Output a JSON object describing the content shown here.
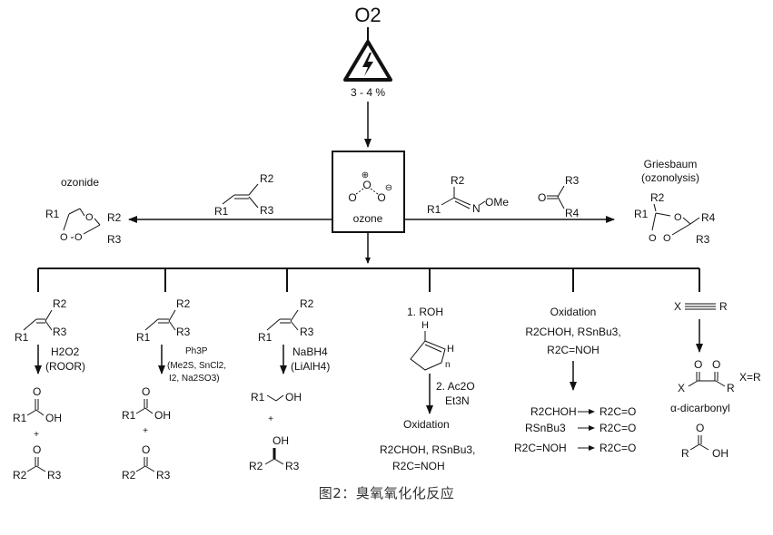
{
  "top": {
    "oxygen": "O2",
    "hazard_icon": "high-voltage-warning-icon",
    "yield": "3 - 4 %"
  },
  "ozone": {
    "label": "ozone",
    "charge_plus": "⊕",
    "charge_minus": "⊖"
  },
  "left_branch": {
    "product": "ozonide",
    "ozonide_r1": "R1",
    "ozonide_r2": "R2",
    "ozonide_r3": "R3",
    "alkene_r1": "R1",
    "alkene_r2": "R2",
    "alkene_r3": "R3"
  },
  "right_branch": {
    "title_line1": "Griesbaum",
    "title_line2": "(ozonolysis)",
    "oxime_r1": "R1",
    "oxime_r2": "R2",
    "oxime_ome": "OMe",
    "oxime_n": "N",
    "ketone_o": "O",
    "ketone_r3": "R3",
    "ketone_r4": "R4",
    "product_r1": "R1",
    "product_r2": "R2",
    "product_r3": "R3",
    "product_r4": "R4"
  },
  "col1": {
    "r1": "R1",
    "r2": "R2",
    "r3": "R3",
    "reagent1": "H2O2",
    "reagent2": "(ROOR)",
    "acid_o": "O",
    "acid_r1": "R1",
    "acid_oh": "OH",
    "plus": "+",
    "ketone_o": "O",
    "ketone_r2": "R2",
    "ketone_r3": "R3"
  },
  "col2": {
    "r1": "R1",
    "r2": "R2",
    "r3": "R3",
    "reagent1": "Ph3P",
    "reagent2": "(Me2S, SnCl2,",
    "reagent3": "I2, Na2SO3)",
    "acid_o": "O",
    "acid_r1": "R1",
    "acid_oh": "OH",
    "plus": "+",
    "ketone_o": "O",
    "ketone_r2": "R2",
    "ketone_r3": "R3"
  },
  "col3": {
    "r1": "R1",
    "r2": "R2",
    "r3": "R3",
    "reagent1": "NaBH4",
    "reagent2": "(LiAlH4)",
    "alc1_r1": "R1",
    "alc1_oh": "OH",
    "plus": "+",
    "alc2_oh": "OH",
    "alc2_r2": "R2",
    "alc2_r3": "R3"
  },
  "col4": {
    "step1": "1. ROH",
    "h_top": "H",
    "h_right": "H",
    "n": "n",
    "step2a": "2. Ac2O",
    "step2b": "Et3N",
    "oxidation": "Oxidation",
    "product1": "R2CHOH, RSnBu3,",
    "product2": "R2C=NOH"
  },
  "col5": {
    "title": "Oxidation",
    "sub1": "R2CHOH, RSnBu3,",
    "sub2": "R2C=NOH",
    "rows": [
      {
        "left": "R2CHOH",
        "right": "R2C=O"
      },
      {
        "left": "RSnBu3",
        "right": "R2C=O"
      },
      {
        "left": "R2C=NOH",
        "right": "R2C=O"
      }
    ]
  },
  "col6": {
    "alkyne_x": "X",
    "alkyne_r": "R",
    "dicarbonyl_label": "α-dicarbonyl",
    "x_eq_r": "X=R",
    "o1": "O",
    "o2": "O",
    "dx": "X",
    "dr": "R",
    "acid_o": "O",
    "acid_r": "R",
    "acid_oh": "OH"
  },
  "caption": "图2：臭氧氧化化反应"
}
